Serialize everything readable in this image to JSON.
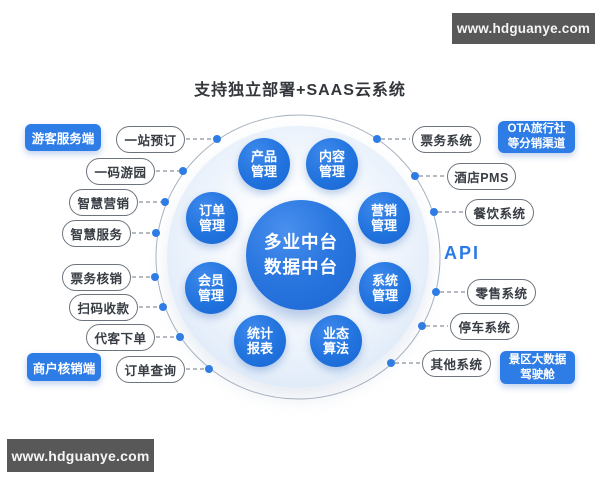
{
  "title": "支持独立部署+SAAS云系统",
  "watermark_top": "www.hdguanye.com",
  "watermark_bottom": "www.hdguanye.com",
  "api_label": "API",
  "left_panel": {
    "top_label": "游客服务端",
    "bottom_label": "商户核销端",
    "pills": [
      "一站预订",
      "一码游园",
      "智慧营销",
      "智慧服务",
      "票务核销",
      "扫码收款",
      "代客下单",
      "订单查询"
    ]
  },
  "right_panel": {
    "top_label": "OTA旅行社\n等分销渠道",
    "bottom_label": "景区大数据\n驾驶舱",
    "pills": [
      "票务系统",
      "酒店PMS",
      "餐饮系统",
      "零售系统",
      "停车系统",
      "其他系统"
    ]
  },
  "hub": {
    "center_label": "多业中台\n数据中台",
    "satellites": [
      "产品\n管理",
      "内容\n管理",
      "订单\n管理",
      "营销\n管理",
      "会员\n管理",
      "系统\n管理",
      "统计\n报表",
      "业态\n算法"
    ]
  },
  "colors": {
    "accent_blue": "#2173de",
    "label_box_blue": "#2e7ce5",
    "connector_dot_blue": "#2e7ce5",
    "disc_light_blue": "#dde9f8",
    "watermark_gray": "#585858"
  }
}
